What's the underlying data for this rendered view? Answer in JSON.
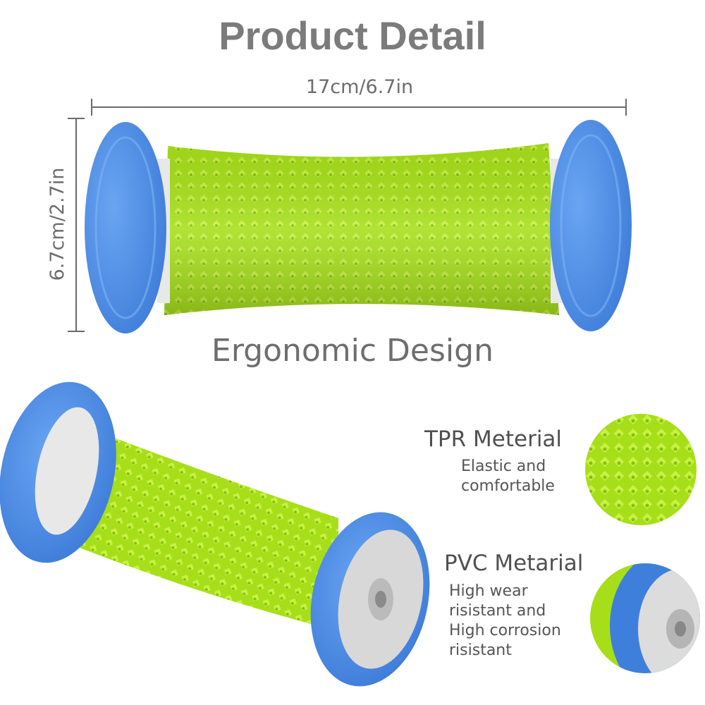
{
  "header": {
    "title": "Product Detail"
  },
  "dimensions": {
    "width": "17cm/6.7in",
    "height": "6.7cm/2.7in"
  },
  "caption": "Ergonomic Design",
  "features": [
    {
      "title": "TPR Meterial",
      "desc_lines": [
        "Elastic and",
        "comfortable"
      ]
    },
    {
      "title": "PVC Metarial",
      "desc_lines": [
        "High wear",
        "risistant and",
        "High corrosion",
        "risistant"
      ]
    }
  ],
  "colors": {
    "roller_green": "#a8e01c",
    "wheel_blue": "#4f8fe6",
    "hub_gray": "#d9d9d9",
    "text_gray": "#6e6e6e"
  }
}
